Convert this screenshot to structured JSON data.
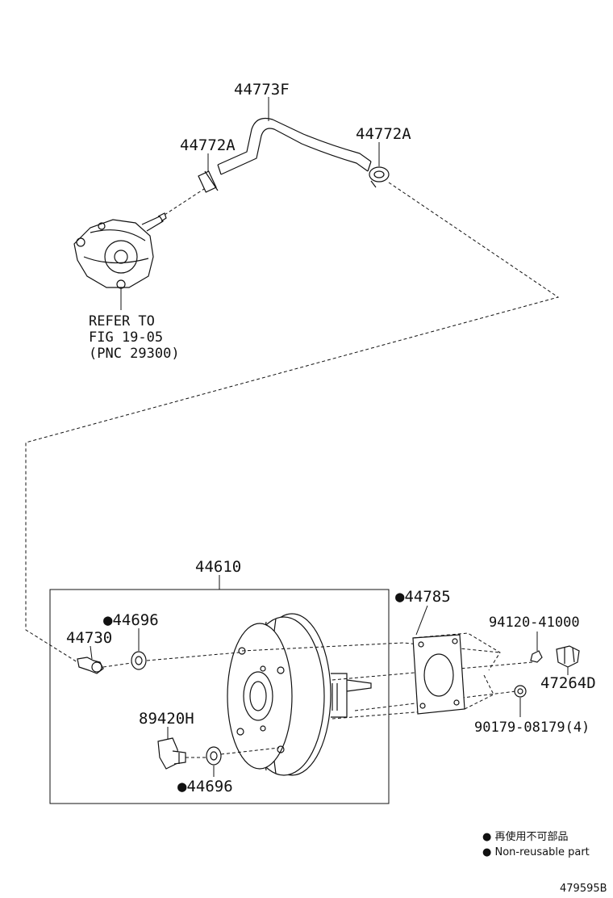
{
  "labels": {
    "hose": "44773F",
    "clamp_left": "44772A",
    "clamp_right": "44772A",
    "refer_line1": "REFER TO",
    "refer_line2": "FIG 19-05",
    "refer_line3": "(PNC 29300)",
    "booster": "44610",
    "gasket_top": "●44696",
    "check_valve": "44730",
    "gasket_plate": "●44785",
    "nut": "94120-41000",
    "clip": "47264D",
    "bolt": "90179-08179(4)",
    "sensor": "89420H",
    "gasket_bottom": "●44696"
  },
  "legend": {
    "line1": "● 再使用不可部品",
    "line2": "● Non-reusable part"
  },
  "ref_number": "479595B"
}
